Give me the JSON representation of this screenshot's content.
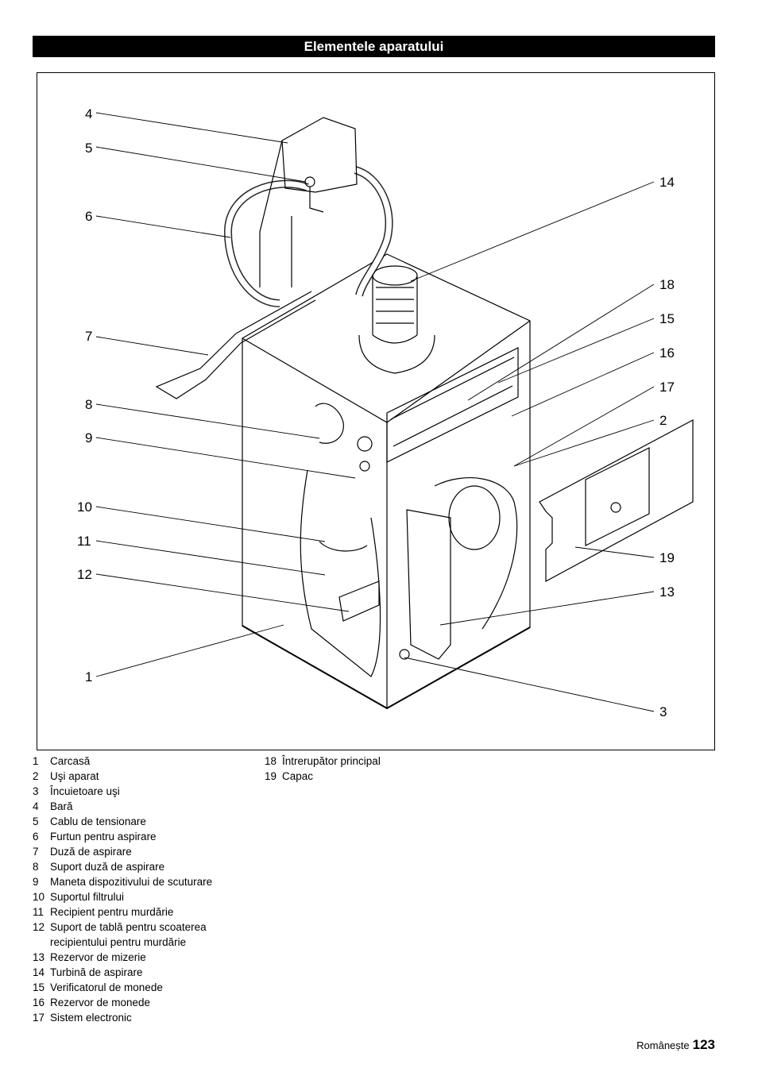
{
  "header": {
    "title": "Elementele aparatului"
  },
  "figure": {
    "callouts": [
      "4",
      "5",
      "6",
      "7",
      "8",
      "9",
      "10",
      "11",
      "12",
      "1",
      "14",
      "18",
      "15",
      "16",
      "17",
      "2",
      "19",
      "13",
      "3"
    ]
  },
  "legend": {
    "col1": [
      {
        "num": "1",
        "text": "Carcasă"
      },
      {
        "num": "2",
        "text": "Uşi aparat"
      },
      {
        "num": "3",
        "text": "Încuietoare uşi"
      },
      {
        "num": "4",
        "text": "Bară"
      },
      {
        "num": "5",
        "text": "Cablu de tensionare"
      },
      {
        "num": "6",
        "text": "Furtun pentru aspirare"
      },
      {
        "num": "7",
        "text": "Duză de aspirare"
      },
      {
        "num": "8",
        "text": "Suport duză de aspirare"
      },
      {
        "num": "9",
        "text": "Maneta dispozitivului de scuturare"
      },
      {
        "num": "10",
        "text": "Suportul filtrului"
      },
      {
        "num": "11",
        "text": "Recipient pentru murdărie"
      },
      {
        "num": "12",
        "text": "Suport de tablă pentru scoaterea recipientului pentru murdărie"
      },
      {
        "num": "13",
        "text": "Rezervor de mizerie"
      },
      {
        "num": "14",
        "text": "Turbină de aspirare"
      },
      {
        "num": "15",
        "text": "Verificatorul de monede"
      },
      {
        "num": "16",
        "text": "Rezervor de monede"
      },
      {
        "num": "17",
        "text": "Sistem electronic"
      }
    ],
    "col2": [
      {
        "num": "18",
        "text": "Întrerupător principal"
      },
      {
        "num": "19",
        "text": "Capac"
      }
    ]
  },
  "footer": {
    "language": "Românește",
    "page_number": "123"
  }
}
